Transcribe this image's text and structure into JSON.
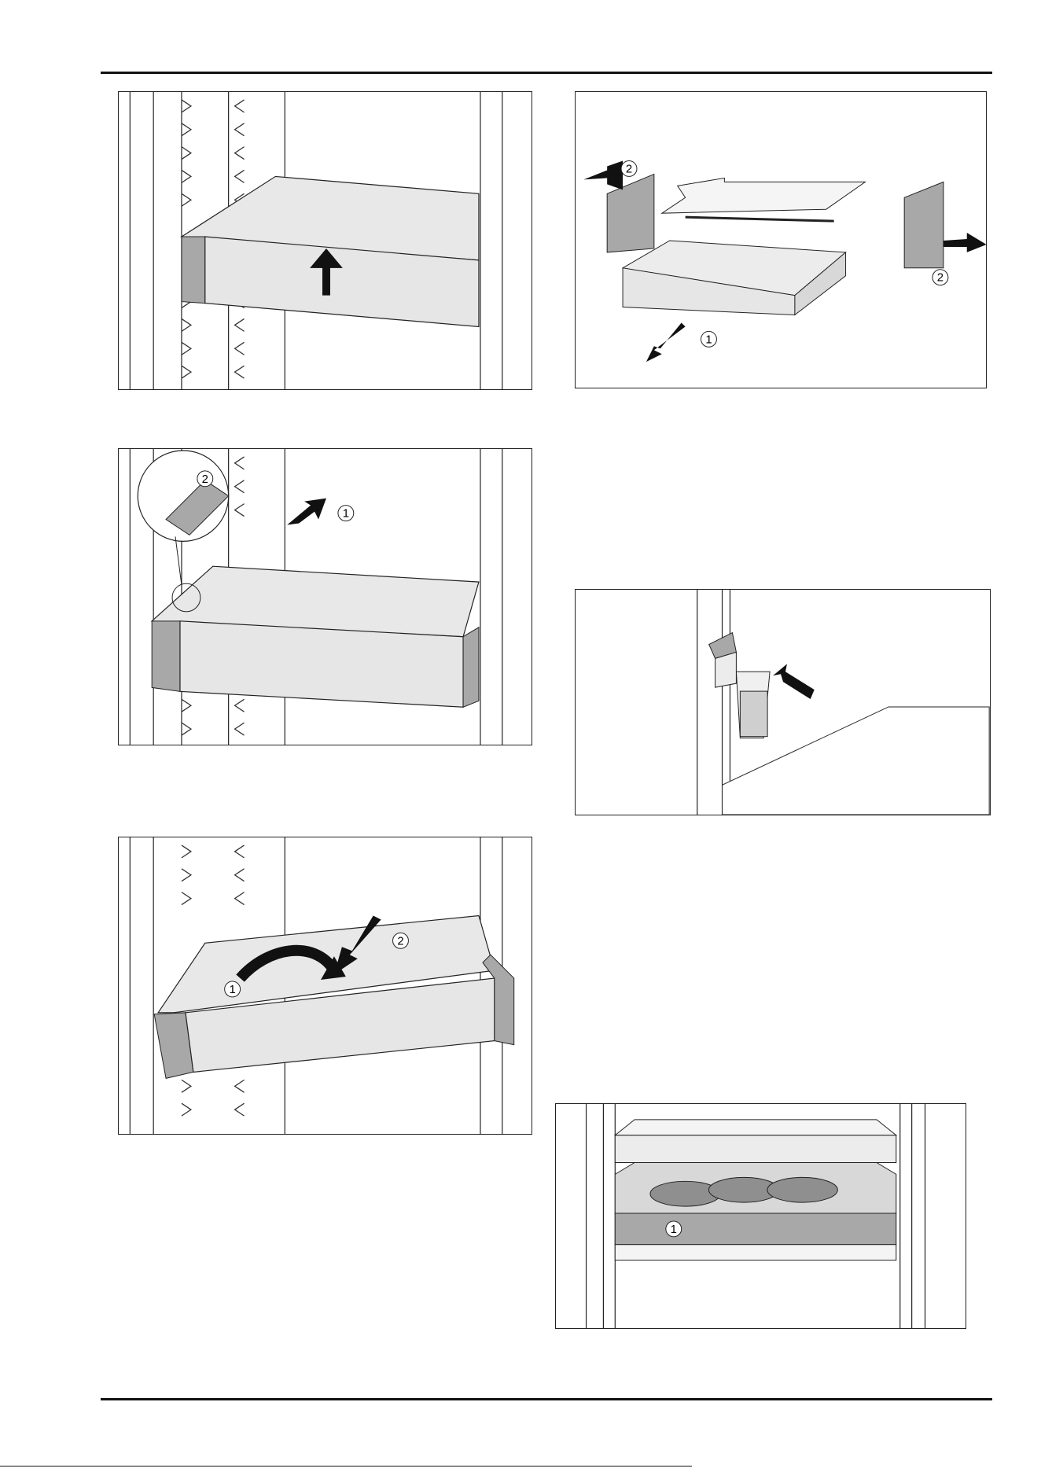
{
  "figures": [
    {
      "id": "fig-drawer-lift",
      "callouts": []
    },
    {
      "id": "fig-drawer-pull-out",
      "callouts": [
        "1",
        "2"
      ]
    },
    {
      "id": "fig-drawer-tilt-remove",
      "callouts": [
        "1",
        "2"
      ]
    },
    {
      "id": "fig-drawer-disassembly",
      "callouts": [
        "1",
        "2",
        "2"
      ]
    },
    {
      "id": "fig-water-glass",
      "callouts": []
    },
    {
      "id": "fig-bottle-shelf",
      "callouts": [
        "1"
      ]
    }
  ],
  "colors": {
    "line": "#222222",
    "panel": "#e6e6e6",
    "dark_panel": "#a8a8a8",
    "arrow": "#111111"
  }
}
